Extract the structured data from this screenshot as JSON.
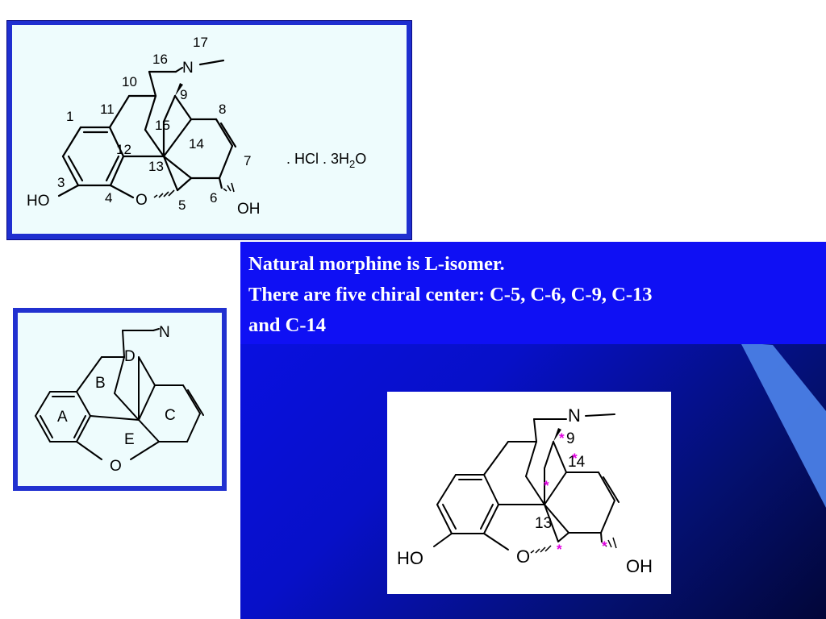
{
  "caption": {
    "line1": "Natural morphine is L-isomer.",
    "line2": "There are five chiral center: C-5, C-6, C-9, C-13",
    "line3": "and C-14"
  },
  "main_structure": {
    "hydroxyl_phenol": "HO",
    "hydroxyl_alcohol": "OH",
    "ring_oxygen": "O",
    "nitrogen": "N",
    "salt_formula": ". HCl . 3H",
    "salt_subscript": "2",
    "salt_suffix": "O",
    "atom_numbers": [
      "1",
      "3",
      "4",
      "5",
      "6",
      "7",
      "8",
      "9",
      "10",
      "11",
      "12",
      "13",
      "14",
      "15",
      "16",
      "17"
    ]
  },
  "ring_structure": {
    "nitrogen": "N",
    "oxygen": "O",
    "ring_labels": [
      "A",
      "B",
      "C",
      "D",
      "E"
    ]
  },
  "chiral_structure": {
    "hydroxyl_phenol": "HO",
    "hydroxyl_alcohol": "OH",
    "ring_oxygen": "O",
    "nitrogen": "N",
    "atom_numbers": [
      "9",
      "14",
      "13"
    ],
    "chiral_marker": "*",
    "marker_color": "#e000e0"
  },
  "colors": {
    "panel_blue": "#1f2fd0",
    "panel_fill": "#eefcfd",
    "caption_blue": "#0f10f4",
    "caption_text": "#ffffff"
  }
}
